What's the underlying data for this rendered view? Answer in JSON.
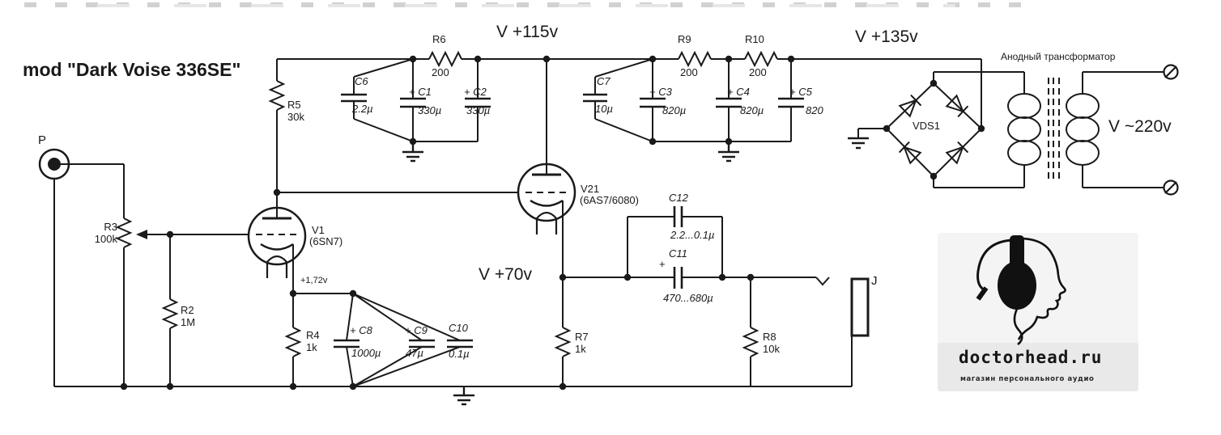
{
  "title": "mod \"Dark Voise 336SE\"",
  "colors": {
    "ink": "#1a1a1a",
    "paper": "#ffffff",
    "logo_panel": "#e9e9e9"
  },
  "rails": {
    "v115": "V +115v",
    "v135": "V +135v",
    "v70": "V +70v",
    "v220": "V ~220v",
    "cathode_bias": "+1,72v"
  },
  "input": {
    "label": "P"
  },
  "output": {
    "label": "J"
  },
  "tubes": {
    "v1": {
      "ref": "V1",
      "type": "(6SN7)"
    },
    "v21": {
      "ref": "V21",
      "type": "(6AS7/6080)"
    }
  },
  "resistors": {
    "r2": {
      "ref": "R2",
      "value": "1M"
    },
    "r3": {
      "ref": "R3",
      "value": "100k"
    },
    "r4": {
      "ref": "R4",
      "value": "1k"
    },
    "r5": {
      "ref": "R5",
      "value": "30k"
    },
    "r6": {
      "ref": "R6",
      "value": "200"
    },
    "r7": {
      "ref": "R7",
      "value": "1k"
    },
    "r8": {
      "ref": "R8",
      "value": "10k"
    },
    "r9": {
      "ref": "R9",
      "value": "200"
    },
    "r10": {
      "ref": "R10",
      "value": "200"
    }
  },
  "capacitors": {
    "c1": {
      "ref": "+ C1",
      "value": "330µ"
    },
    "c2": {
      "ref": "+ C2",
      "value": "330µ"
    },
    "c3": {
      "ref": "+ C3",
      "value": "820µ"
    },
    "c4": {
      "ref": "+ C4",
      "value": "820µ"
    },
    "c5": {
      "ref": "+ C5",
      "value": "820"
    },
    "c6": {
      "ref": "C6",
      "value": "2.2µ"
    },
    "c7": {
      "ref": "C7",
      "value": "10µ"
    },
    "c8": {
      "ref": "+ C8",
      "value": "1000µ"
    },
    "c9": {
      "ref": "+ C9",
      "value": "47µ"
    },
    "c10": {
      "ref": "C10",
      "value": "0.1µ"
    },
    "c11": {
      "ref": "C11",
      "plus": "+",
      "value": "470...680µ"
    },
    "c12": {
      "ref": "C12",
      "value": "2.2...0.1µ"
    }
  },
  "rectifier": {
    "ref": "VDS1"
  },
  "transformer": {
    "label": "Анодный трансформатор"
  },
  "logo": {
    "name": "doctorhead.ru",
    "tagline": "магазин персонального аудио"
  }
}
